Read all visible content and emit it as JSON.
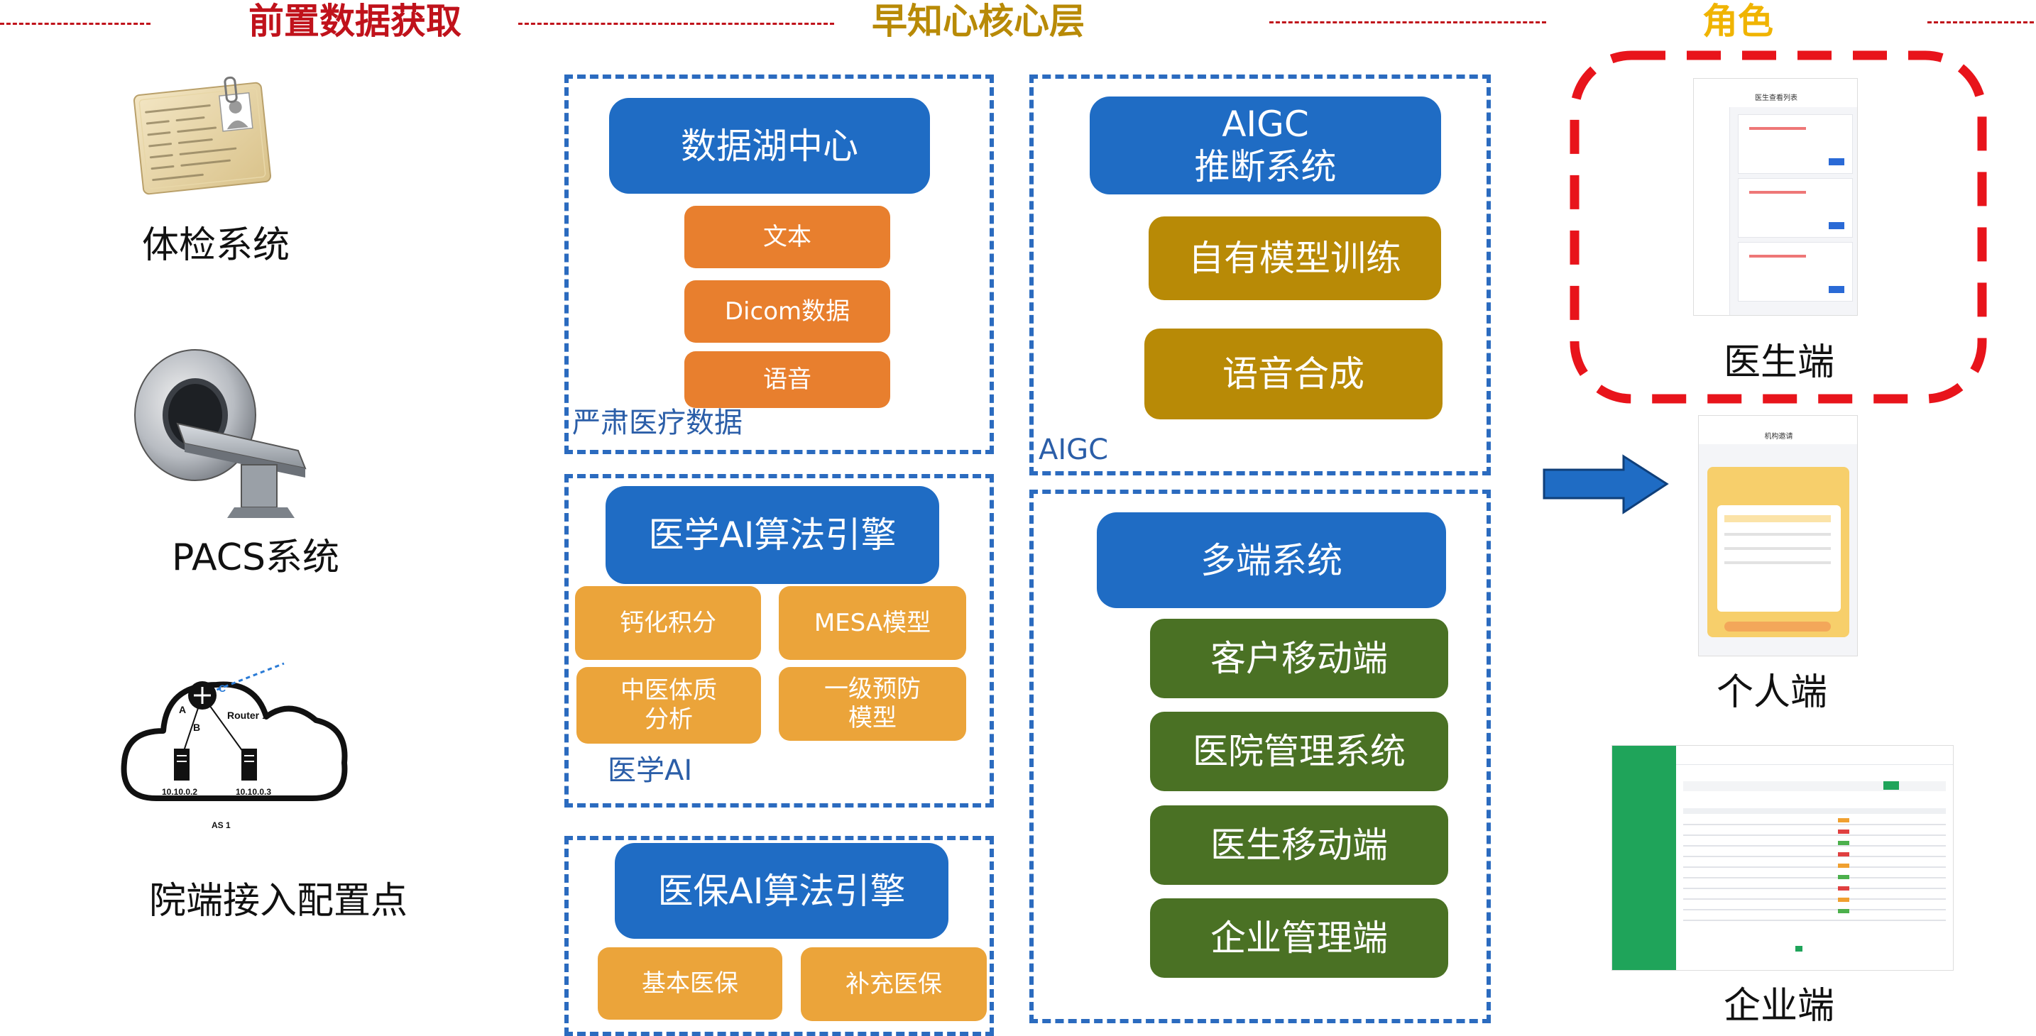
{
  "sections": {
    "left_title": "前置数据获取",
    "middle_title": "早知心核心层",
    "right_title": "角色"
  },
  "colors": {
    "left_title": "#c0121b",
    "middle_title": "#b88a06",
    "right_title": "#f0b400",
    "panel_border": "#2b6bbf",
    "blue_box": "#1f6cc4",
    "orange_box": "#e87f2e",
    "light_orange_box": "#eba43a",
    "gold_box": "#b88a06",
    "green_box": "#4a7124",
    "highlight": "#e8141b",
    "arrow": "#1f6cc4"
  },
  "sources": [
    {
      "label": "体检系统",
      "icon": "id-card-icon"
    },
    {
      "label": "PACS系统",
      "icon": "ct-scanner-icon"
    },
    {
      "label": "院端接入配置点",
      "icon": "network-cloud-icon"
    }
  ],
  "network_diagram": {
    "router": "Router 1",
    "node_a": "A",
    "node_b": "B",
    "node_c": "C",
    "ip1": "10.10.0.2",
    "ip2": "10.10.0.3",
    "as": "AS 1"
  },
  "panel_data": {
    "header": "数据湖中心",
    "items": [
      "文本",
      "Dicom数据",
      "语音"
    ],
    "label": "严肃医疗数据"
  },
  "panel_aigc": {
    "header": "AIGC\n推断系统",
    "items": [
      "自有模型训练",
      "语音合成"
    ],
    "label": "AIGC"
  },
  "panel_ai": {
    "header": "医学AI算法引擎",
    "items": [
      "钙化积分",
      "MESA模型",
      "中医体质\n分析",
      "一级预防\n模型"
    ],
    "label": "医学AI"
  },
  "panel_multi": {
    "header": "多端系统",
    "items": [
      "客户移动端",
      "医院管理系统",
      "医生移动端",
      "企业管理端"
    ]
  },
  "panel_insurance": {
    "header": "医保AI算法引擎",
    "items": [
      "基本医保",
      "补充医保"
    ]
  },
  "roles": [
    {
      "label": "医生端",
      "screen": "医生查看列表",
      "highlighted": true
    },
    {
      "label": "个人端",
      "screen": "机构邀请"
    },
    {
      "label": "企业端",
      "screen": ""
    }
  ]
}
